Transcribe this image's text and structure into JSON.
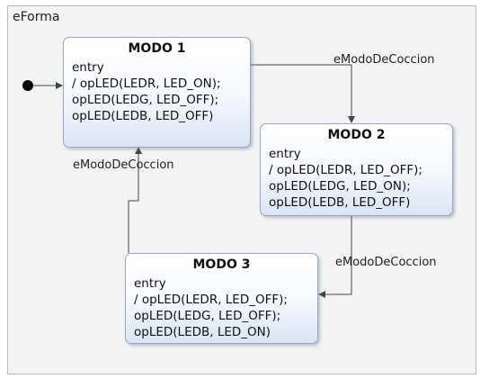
{
  "diagram": {
    "frame_title": "eForma",
    "states": [
      {
        "name": "MODO 1",
        "lines": [
          "entry",
          "/ opLED(LEDR, LED_ON);",
          "opLED(LEDG, LED_OFF);",
          "opLED(LEDB, LED_OFF)"
        ]
      },
      {
        "name": "MODO 2",
        "lines": [
          "entry",
          "/ opLED(LEDR, LED_OFF);",
          "opLED(LEDG, LED_ON);",
          "opLED(LEDB, LED_OFF)"
        ]
      },
      {
        "name": "MODO 3",
        "lines": [
          "entry",
          "/ opLED(LEDR, LED_OFF);",
          "opLED(LEDG, LED_OFF);",
          "opLED(LEDB, LED_ON)"
        ]
      }
    ],
    "transitions": [
      {
        "from": "MODO 1",
        "to": "MODO 2",
        "event": "eModoDeCoccion"
      },
      {
        "from": "MODO 2",
        "to": "MODO 3",
        "event": "eModoDeCoccion"
      },
      {
        "from": "MODO 3",
        "to": "MODO 1",
        "event": "eModoDeCoccion"
      }
    ],
    "colors": {
      "line": "#444444",
      "state_border": "#98a7c3",
      "state_fill_bottom": "#dbe4f6"
    }
  }
}
